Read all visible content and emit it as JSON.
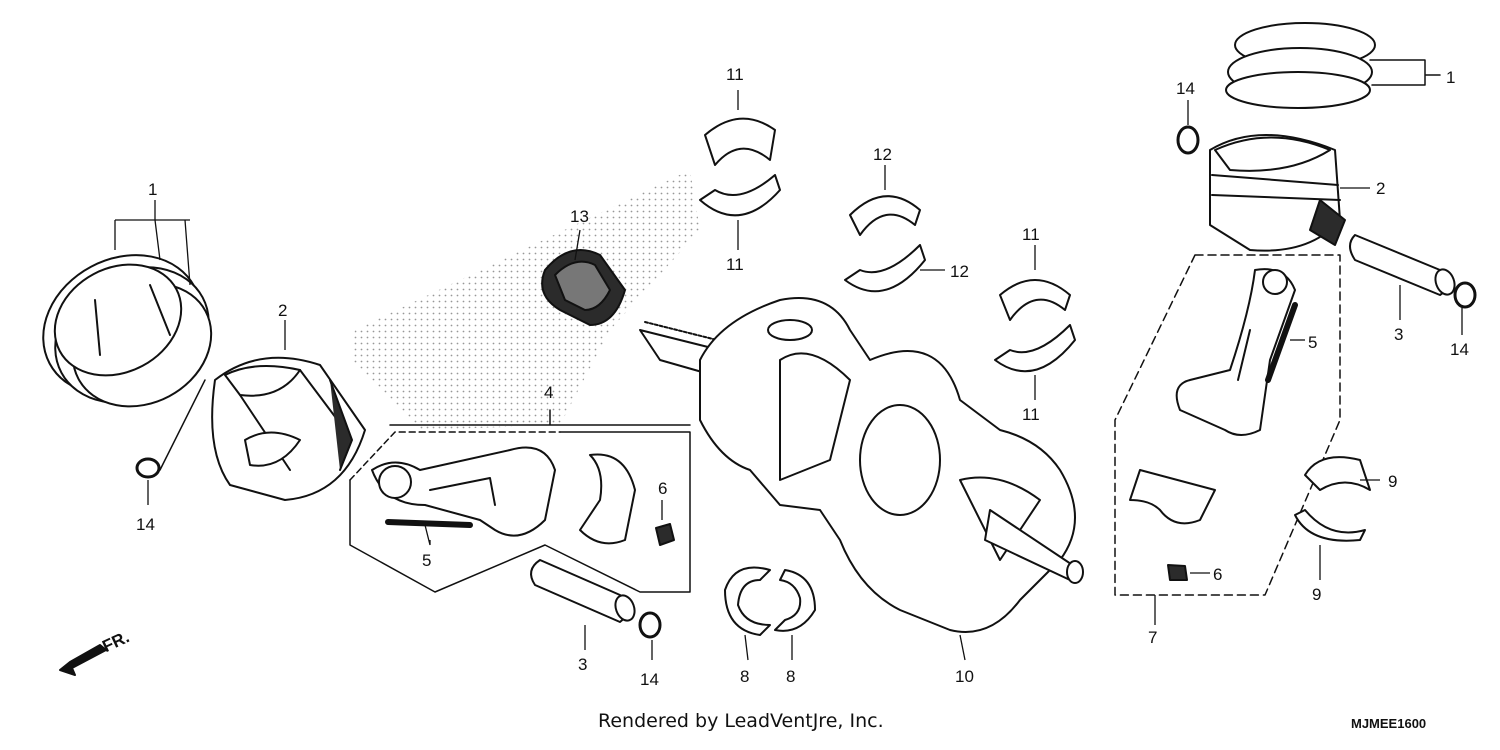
{
  "diagram": {
    "callouts": [
      "1",
      "2",
      "14",
      "4",
      "5",
      "6",
      "3",
      "14",
      "13",
      "11",
      "11",
      "12",
      "12",
      "11",
      "11",
      "10",
      "8",
      "8",
      "1",
      "14",
      "2",
      "3",
      "14",
      "5",
      "7",
      "9",
      "9",
      "6"
    ],
    "front_indicator": "FR.",
    "credit": "Rendered by LeadVentJre, Inc.",
    "diagram_code": "MJMEE1600"
  },
  "colors": {
    "ink": "#111111",
    "shade": "#2b2b2b",
    "fill": "#ffffff"
  }
}
